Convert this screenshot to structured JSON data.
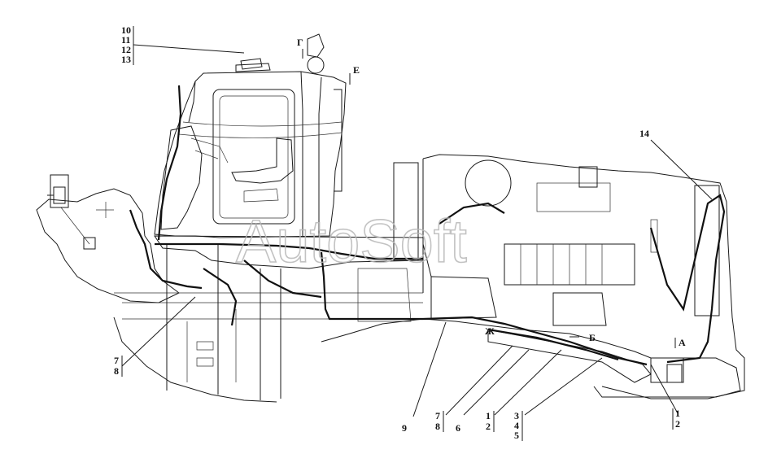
{
  "watermark": "AutoSoft",
  "callouts": {
    "top_left_stack": [
      "10",
      "11",
      "12",
      "13"
    ],
    "view_g": "Г",
    "view_e": "Е",
    "view_b": "Б",
    "view_a": "А",
    "view_zh": "Ж",
    "right_upper": "14",
    "left_lower": [
      "7",
      "8"
    ],
    "bottom_9": "9",
    "bottom_78": [
      "7",
      "8"
    ],
    "bottom_6": "6",
    "bottom_12": [
      "1",
      "2"
    ],
    "bottom_345": [
      "3",
      "4",
      "5"
    ],
    "bottom_right_12": [
      "1",
      "2"
    ]
  }
}
